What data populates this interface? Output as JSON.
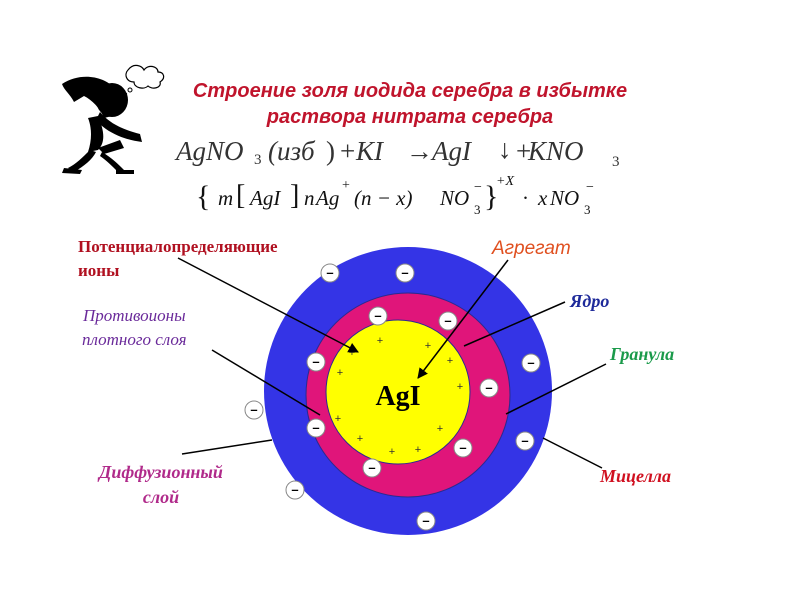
{
  "title": {
    "line1": "Строение золя иодида серебра в избытке",
    "line2": "раствора нитрата серебра",
    "color": "#c0142c"
  },
  "equation": {
    "reagent1": "AgNO",
    "reagent1_sub": "3",
    "excess": "(изб",
    "close_paren": ")",
    "plus1": "+",
    "reagent2": "KI",
    "arrow": "→",
    "product1": "AgI",
    "precipitate": "↓",
    "plus2": "+",
    "product2": "KNO",
    "product2_sub": "3"
  },
  "micelle_formula": {
    "open_brace": "{",
    "m": "m",
    "open_bracket": "[",
    "core": "AgI",
    "close_bracket": "]",
    "n": "n",
    "ion": "Ag",
    "ion_charge": "+",
    "counter": "(n − x)",
    "anion": "NO",
    "anion_sub": "3",
    "anion_charge": "−",
    "close_brace": "}",
    "granule_charge": "+X",
    "dot": "·",
    "x": "x",
    "diffuse_anion": "NO",
    "diffuse_sub": "3",
    "diffuse_charge": "−"
  },
  "diagram": {
    "core_label": "AgI",
    "plus_sign": "+",
    "minus_sign": "–",
    "colors": {
      "core": "#ffff00",
      "dense_layer": "#e0157a",
      "diffuse_layer": "#3434e6",
      "anion_fill": "#ffffff"
    }
  },
  "labels": {
    "potential_ions": {
      "line1": "Потенциалопределяющие",
      "line2": "ионы",
      "color": "#b01020"
    },
    "aggregate": {
      "text": "Агрегат",
      "color": "#e05020"
    },
    "nucleus": {
      "text": "Ядро",
      "color": "#1e2a9a"
    },
    "counterions": {
      "line1": "Противоионы",
      "line2": "плотного слоя",
      "color": "#6a2a9a"
    },
    "granule": {
      "text": "Гранула",
      "color": "#1a9a4a"
    },
    "diffuse": {
      "line1": "Диффузионный",
      "line2": "слой",
      "color": "#b02a8a"
    },
    "micelle": {
      "text": "Мицелла",
      "color": "#d01020"
    }
  },
  "icons": {
    "figure": "thinking-figure-icon"
  }
}
